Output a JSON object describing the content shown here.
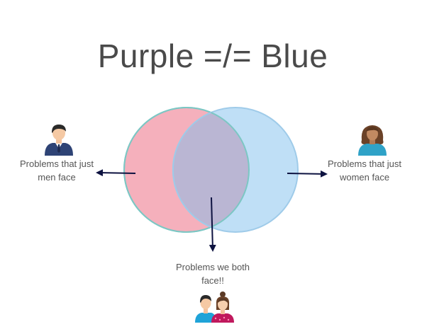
{
  "title": "Purple =/= Blue",
  "labels": {
    "men": [
      "Problems that just",
      "men face"
    ],
    "women": [
      "Problems that just",
      "women face"
    ],
    "both": [
      "Problems we both",
      "face!!"
    ]
  },
  "icons": {
    "men": "man-icon",
    "women": "woman-icon",
    "both": "couple-icon"
  },
  "colors": {
    "left_circle_fill": "#f4a6b3",
    "right_circle_fill": "#a9d4f3",
    "overlap_fill": "#b8b4d2",
    "arrow": "#0d1240",
    "text": "#555555"
  }
}
